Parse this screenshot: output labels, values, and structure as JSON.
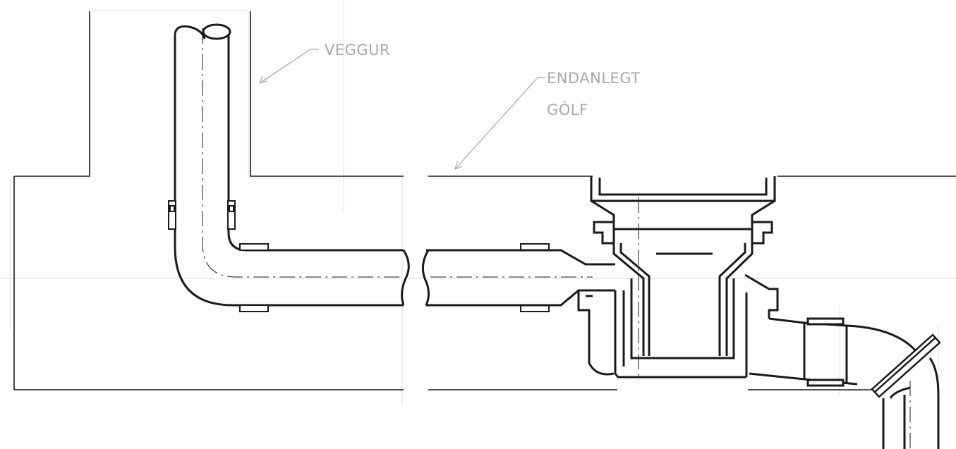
{
  "labels": {
    "wall": "VEGGUR",
    "floor_line1": "ENDANLEGT",
    "floor_line2": "GÓLF"
  },
  "colors": {
    "line": "#1a1a1a",
    "label": "#a9a9a9",
    "faint": "#dcdcdc"
  }
}
